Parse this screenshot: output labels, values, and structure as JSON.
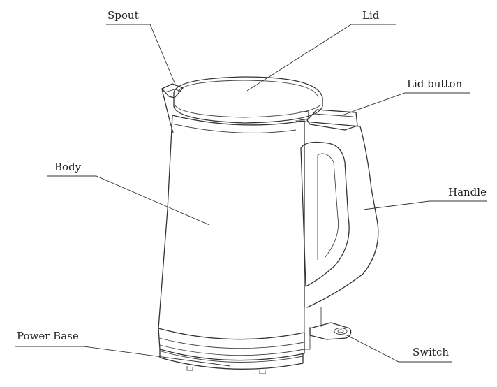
{
  "labels": {
    "spout": "Spout",
    "lid": "Lid",
    "lid_button": "Lid button",
    "body": "Body",
    "handle": "Handle",
    "power_base": "Power Base",
    "switch": "Switch"
  }
}
